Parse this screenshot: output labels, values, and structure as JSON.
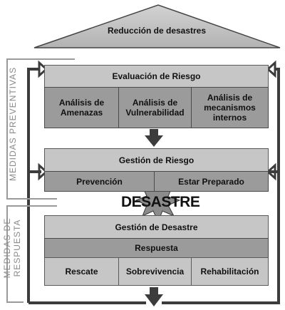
{
  "roof": {
    "title": "Reducción de desastres"
  },
  "side_labels": {
    "preventive": "MEDIDAS PREVENTIVAS",
    "response_line1": "MEDIDAS DE",
    "response_line2": "RESPUESTA"
  },
  "risk_evaluation": {
    "title": "Evaluación de Riesgo",
    "columns": [
      {
        "line1": "Análisis de",
        "line2": "Amenazas",
        "line3": ""
      },
      {
        "line1": "Análisis de",
        "line2": "Vulnerabilidad",
        "line3": ""
      },
      {
        "line1": "Análisis de",
        "line2": "mecanismos",
        "line3": "internos"
      }
    ]
  },
  "risk_management": {
    "title": "Gestión de Riesgo",
    "columns": [
      "Prevención",
      "Estar Preparado"
    ]
  },
  "event": {
    "label": "DESASTRE"
  },
  "disaster_management": {
    "title": "Gestión de Desastre",
    "response": "Respuesta",
    "columns": [
      "Rescate",
      "Sobrevivencia",
      "Rehabilitación"
    ]
  },
  "colors": {
    "light_box": "#c6c6c6",
    "dark_box": "#9b9b9b",
    "frame": "#3c3c3c",
    "side_text": "#8a8a8a"
  }
}
